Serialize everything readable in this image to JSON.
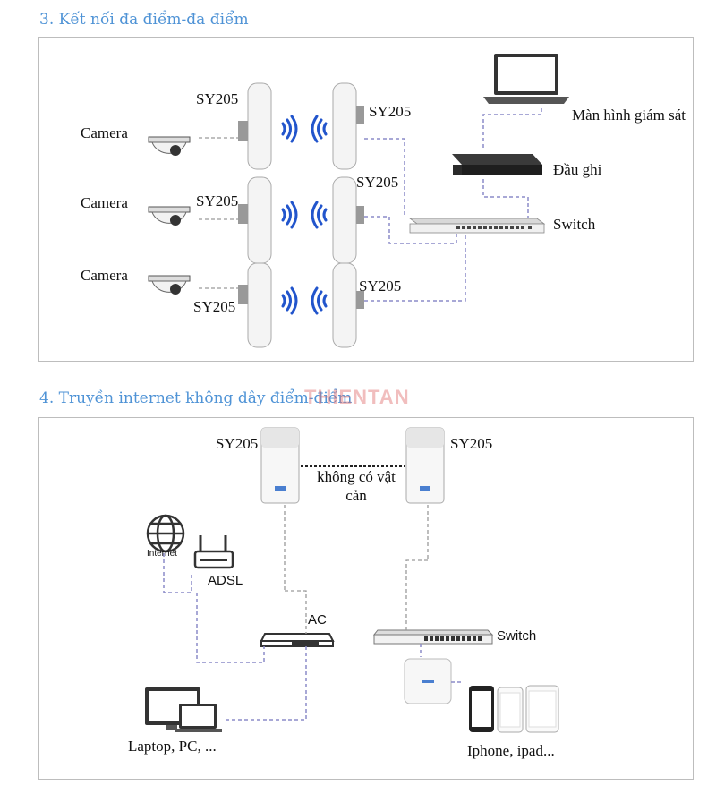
{
  "section3": {
    "heading": "3. Kết nối đa điểm-đa điểm",
    "camera_label": "Camera",
    "device_label": "SY205",
    "monitor_label": "Màn hình giám sát",
    "recorder_label": "Đầu ghi",
    "switch_label": "Switch"
  },
  "watermark": "THIENTAN",
  "section4": {
    "heading": "4. Truyền internet không dây điểm-điểm",
    "device_label": "SY205",
    "los_label": "không có vật cản",
    "internet_label": "Internet",
    "adsl_label": "ADSL",
    "ac_label": "AC",
    "switch_label": "Switch",
    "laptop_label": "Laptop, PC, ...",
    "phone_label": "Iphone, ipad..."
  },
  "colors": {
    "heading": "#4f93d6",
    "link_line": "#8c8cc8",
    "cable": "#9a9a9a",
    "wifi": "#2255cc",
    "watermark": "#e06e6e"
  }
}
